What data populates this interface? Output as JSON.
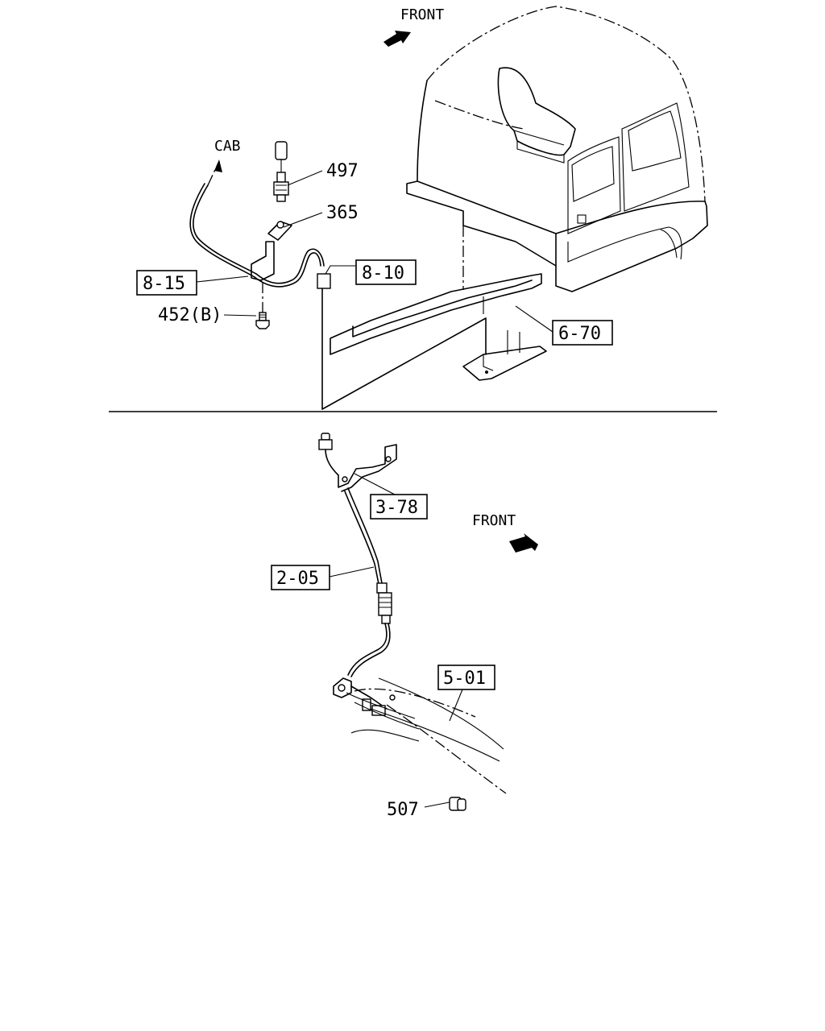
{
  "top_view": {
    "front_label": "FRONT",
    "cab_label": "CAB",
    "callouts": {
      "c497": "497",
      "c365": "365",
      "c452b": "452(B)"
    },
    "ref_boxes": {
      "r815": "8-15",
      "r810": "8-10",
      "r670": "6-70"
    }
  },
  "bottom_view": {
    "front_label": "FRONT",
    "callouts": {
      "c507": "507"
    },
    "ref_boxes": {
      "r378": "3-78",
      "r205": "2-05",
      "r501": "5-01"
    }
  }
}
